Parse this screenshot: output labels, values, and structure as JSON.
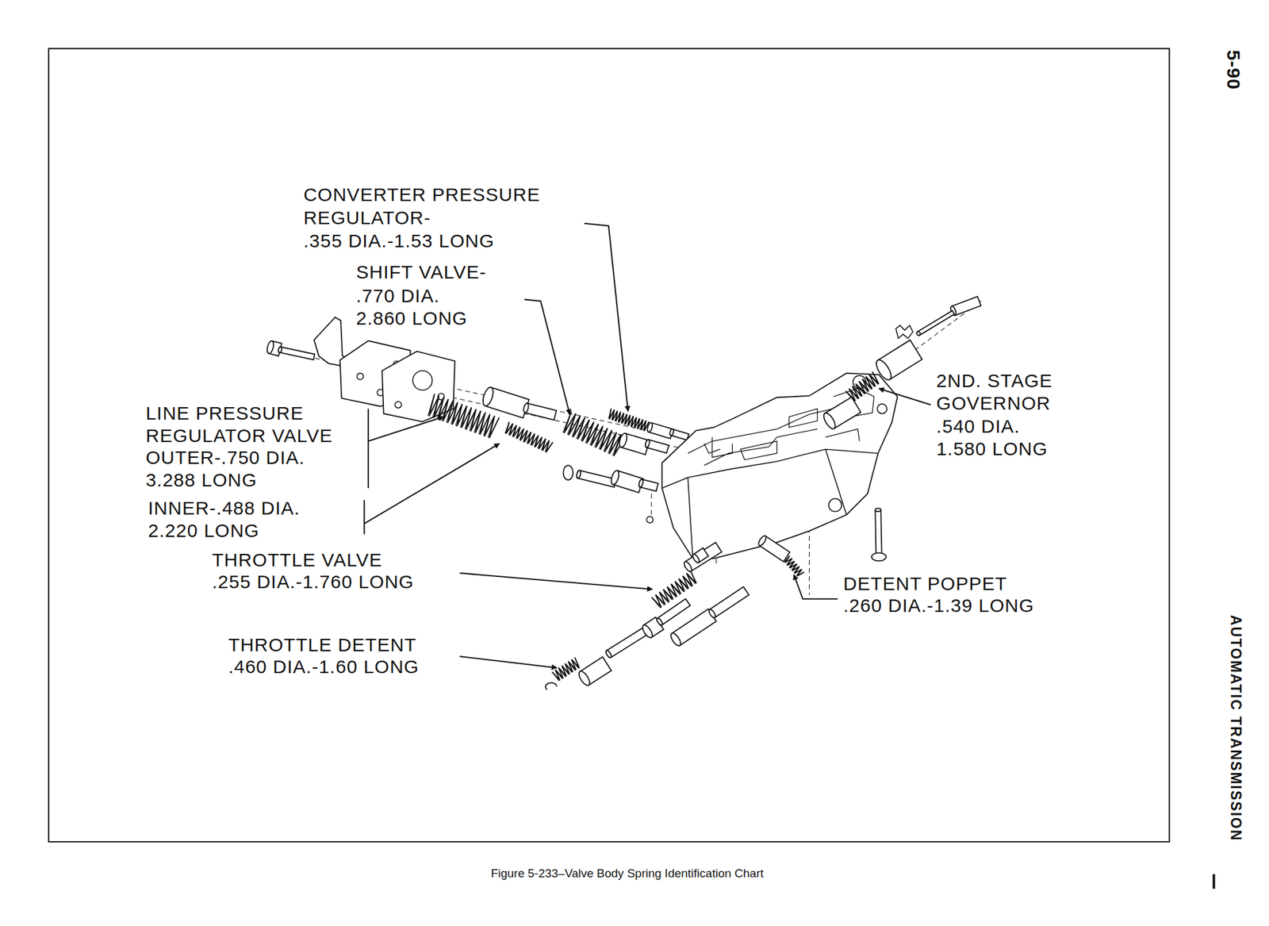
{
  "diagram": {
    "caption": "Figure 5-233–Valve Body Spring Identification Chart",
    "labels": [
      "CONVERTER PRESSURE",
      "REGULATOR-",
      ".355 DIA.-1.53 LONG",
      "SHIFT VALVE-",
      ".770 DIA.",
      "2.860 LONG",
      "LINE PRESSURE",
      "REGULATOR VALVE",
      "OUTER-.750 DIA.",
      "3.288 LONG",
      "INNER-.488 DIA.",
      "2.220 LONG",
      "THROTTLE VALVE",
      ".255 DIA.-1.760 LONG",
      "THROTTLE DETENT",
      ".460 DIA.-1.60 LONG",
      "2ND. STAGE",
      "GOVERNOR",
      ".540 DIA.",
      "1.580 LONG",
      "DETENT POPPET",
      ".260 DIA.-1.39 LONG",
      "5-90",
      "AUTOMATIC TRANSMISSION"
    ]
  }
}
